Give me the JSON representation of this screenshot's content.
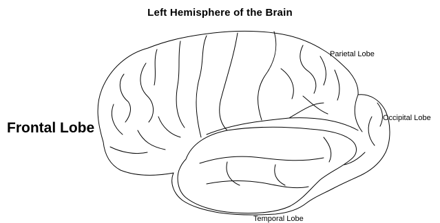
{
  "diagram": {
    "title": "Left Hemisphere of the Brain",
    "labels": {
      "frontal": "Frontal Lobe",
      "parietal": "Parietal Lobe",
      "occipital": "Occipital Lobe",
      "temporal": "Temporal Lobe"
    },
    "colors": {
      "outline": "#000000",
      "fill": "#ffffff",
      "background": "#ffffff"
    }
  }
}
